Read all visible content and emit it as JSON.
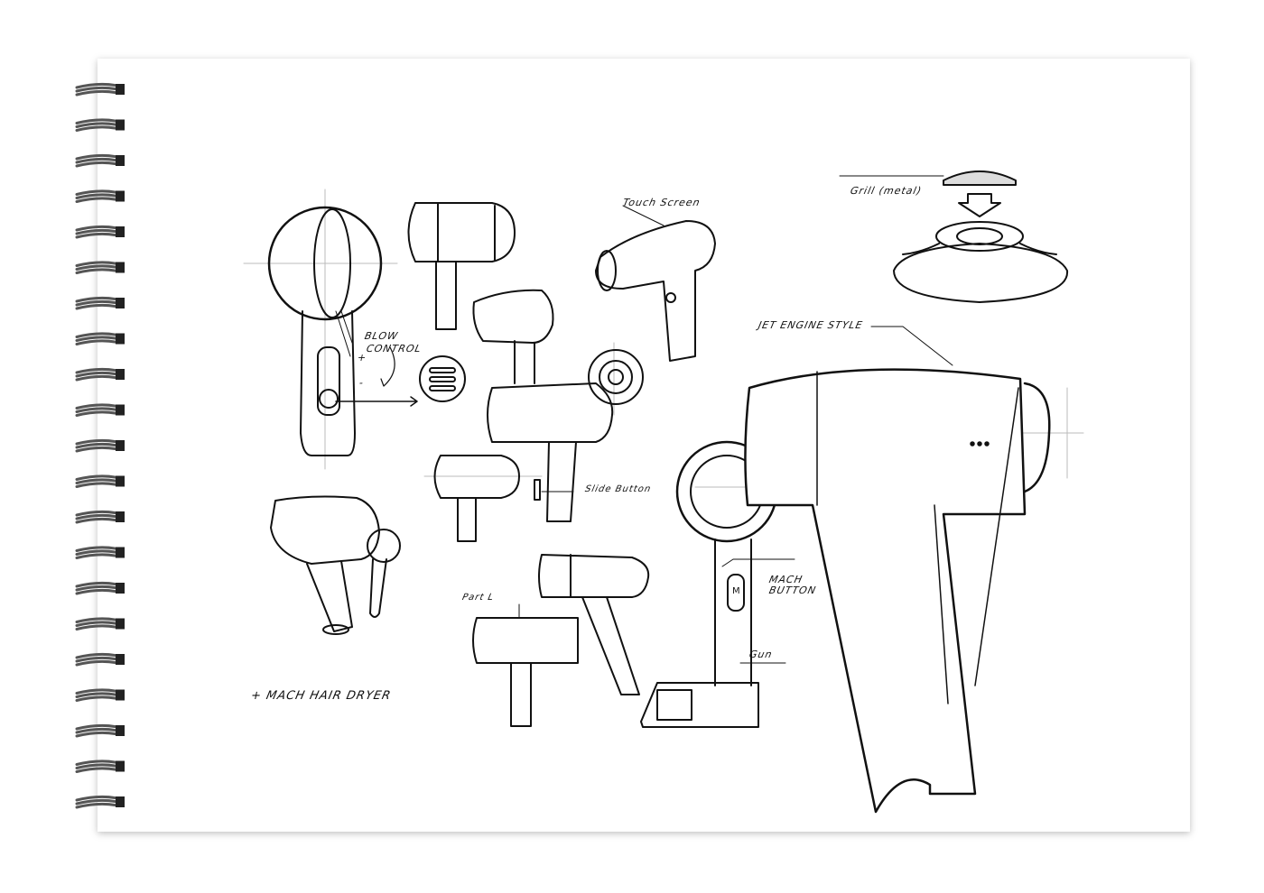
{
  "colors": {
    "paper": "#ffffff",
    "ink": "#111111",
    "guide": "#bbbbbb",
    "spiral": "#555555"
  },
  "labels": {
    "touch_screen": "Touch Screen",
    "grill": "Grill (metal)",
    "jet_engine": "JET ENGINE STYLE",
    "blow_control": "BLOW",
    "blow_control_2": "CONTROL",
    "plus": "+",
    "minus": "-",
    "slide_button": "Slide Button",
    "mach_button": "MACH",
    "mach_button_2": "BUTTON",
    "m_key": "M",
    "gun": "Gun",
    "part_l": "Part L",
    "title": "+ MACH HAIR DRYER"
  }
}
